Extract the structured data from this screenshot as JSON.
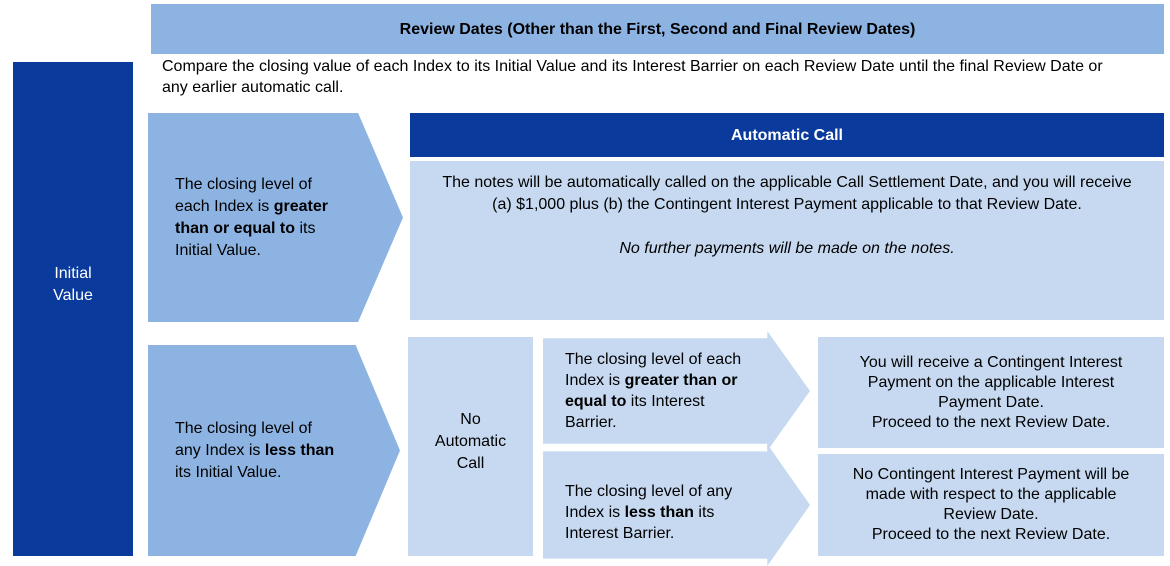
{
  "colors": {
    "dark_blue": "#0a3a9c",
    "medium_blue": "#8db3e2",
    "pale_blue": "#c6d9f0",
    "text_color": "#000000",
    "bg_color": "#ffffff"
  },
  "header": {
    "title": "Review Dates (Other than the First, Second and Final Review Dates)"
  },
  "intro": {
    "text": "Compare the closing value of each Index to its Initial Value and its Interest Barrier on each Review Date until the final Review Date or any earlier automatic call."
  },
  "initial_value": {
    "label": [
      {
        "t": "Initial"
      },
      {
        "br": true
      },
      {
        "t": "Value"
      }
    ]
  },
  "condition_ge_initial": {
    "text": [
      {
        "t": "The closing level of each Index is "
      },
      {
        "t": "greater than or equal to",
        "b": true
      },
      {
        "t": " its Initial Value."
      }
    ]
  },
  "automatic_call": {
    "title": "Automatic Call",
    "body": [
      {
        "t": "The notes will be automatically called on the applicable Call Settlement Date, and you will receive (a) $1,000 plus (b) the Contingent Interest Payment applicable to that Review Date."
      }
    ],
    "note": [
      {
        "t": "No further payments will be made on the notes.",
        "i": true
      }
    ]
  },
  "condition_lt_initial": {
    "text": [
      {
        "t": "The closing level of any Index is "
      },
      {
        "t": "less than",
        "b": true
      },
      {
        "t": " its Initial Value."
      }
    ]
  },
  "no_automatic_call": {
    "text": [
      {
        "t": "No"
      },
      {
        "br": true
      },
      {
        "t": "Automatic"
      },
      {
        "br": true
      },
      {
        "t": "Call"
      }
    ]
  },
  "condition_ge_barrier": {
    "text": [
      {
        "t": "The closing level of each Index is "
      },
      {
        "t": "greater than or equal to",
        "b": true
      },
      {
        "t": " its Interest Barrier."
      }
    ]
  },
  "outcome_paid": {
    "text": [
      {
        "t": "You will receive a Contingent Interest"
      },
      {
        "br": true
      },
      {
        "t": "Payment on the applicable Interest"
      },
      {
        "br": true
      },
      {
        "t": "Payment Date."
      },
      {
        "br": true
      },
      {
        "t": "Proceed to the next Review Date."
      }
    ]
  },
  "condition_lt_barrier": {
    "text": [
      {
        "t": "The closing level of any"
      },
      {
        "br": true
      },
      {
        "t": "Index is "
      },
      {
        "t": "less than",
        "b": true
      },
      {
        "t": " its"
      },
      {
        "br": true
      },
      {
        "t": "Interest Barrier."
      }
    ]
  },
  "outcome_no_payment": {
    "text": [
      {
        "t": "No Contingent Interest Payment will be"
      },
      {
        "br": true
      },
      {
        "t": "made with respect to the applicable"
      },
      {
        "br": true
      },
      {
        "t": "Review Date."
      },
      {
        "br": true
      },
      {
        "t": "Proceed to the next Review Date."
      }
    ]
  }
}
